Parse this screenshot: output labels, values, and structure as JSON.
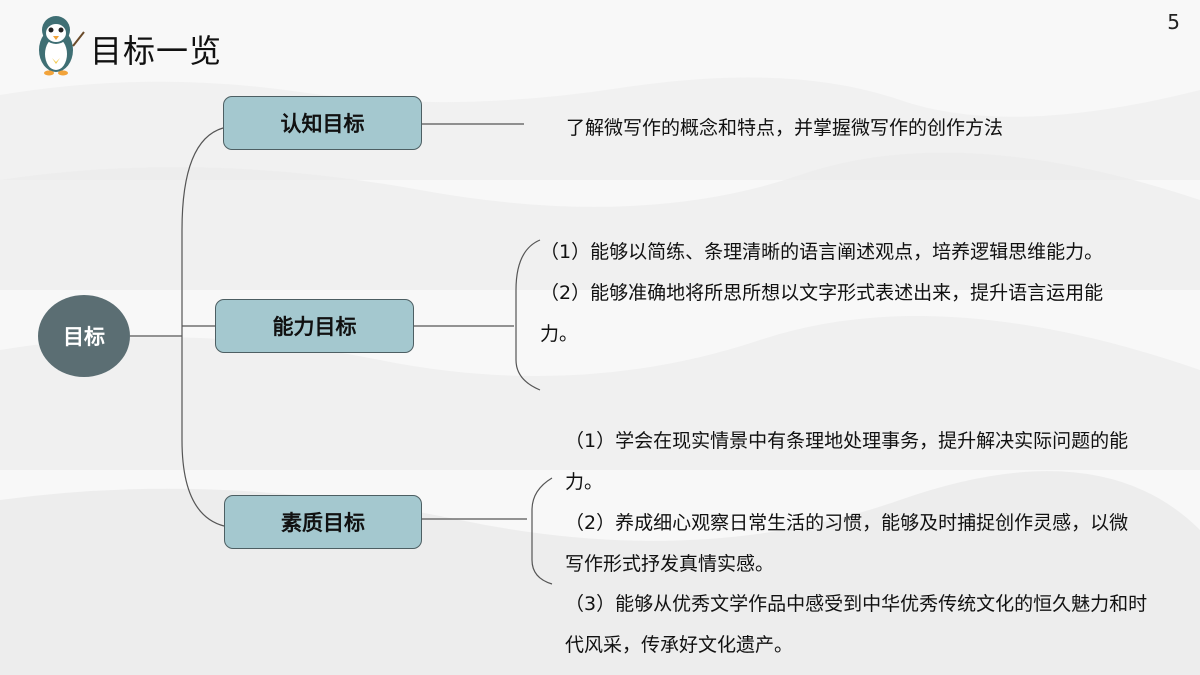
{
  "page_number": "5",
  "title": "目标一览",
  "root": "目标",
  "branches": [
    {
      "label": "认知目标",
      "items": [
        "了解微写作的概念和特点，并掌握微写作的创作方法"
      ]
    },
    {
      "label": "能力目标",
      "items": [
        "（1）能够以简练、条理清晰的语言阐述观点，培养逻辑思维能力。",
        "（2）能够准确地将所思所想以文字形式表述出来，提升语言运用能力。"
      ]
    },
    {
      "label": "素质目标",
      "items": [
        "（1）学会在现实情景中有条理地处理事务，提升解决实际问题的能力。",
        "（2）养成细心观察日常生活的习惯，能够及时捕捉创作灵感，以微写作形式抒发真情实感。",
        "（3）能够从优秀文学作品中感受到中华优秀传统文化的恒久魅力和时代风采，传承好文化遗产。"
      ]
    }
  ],
  "colors": {
    "node_fill": "#a4c8cf",
    "root_fill": "#5b6e73",
    "line": "#555555"
  }
}
